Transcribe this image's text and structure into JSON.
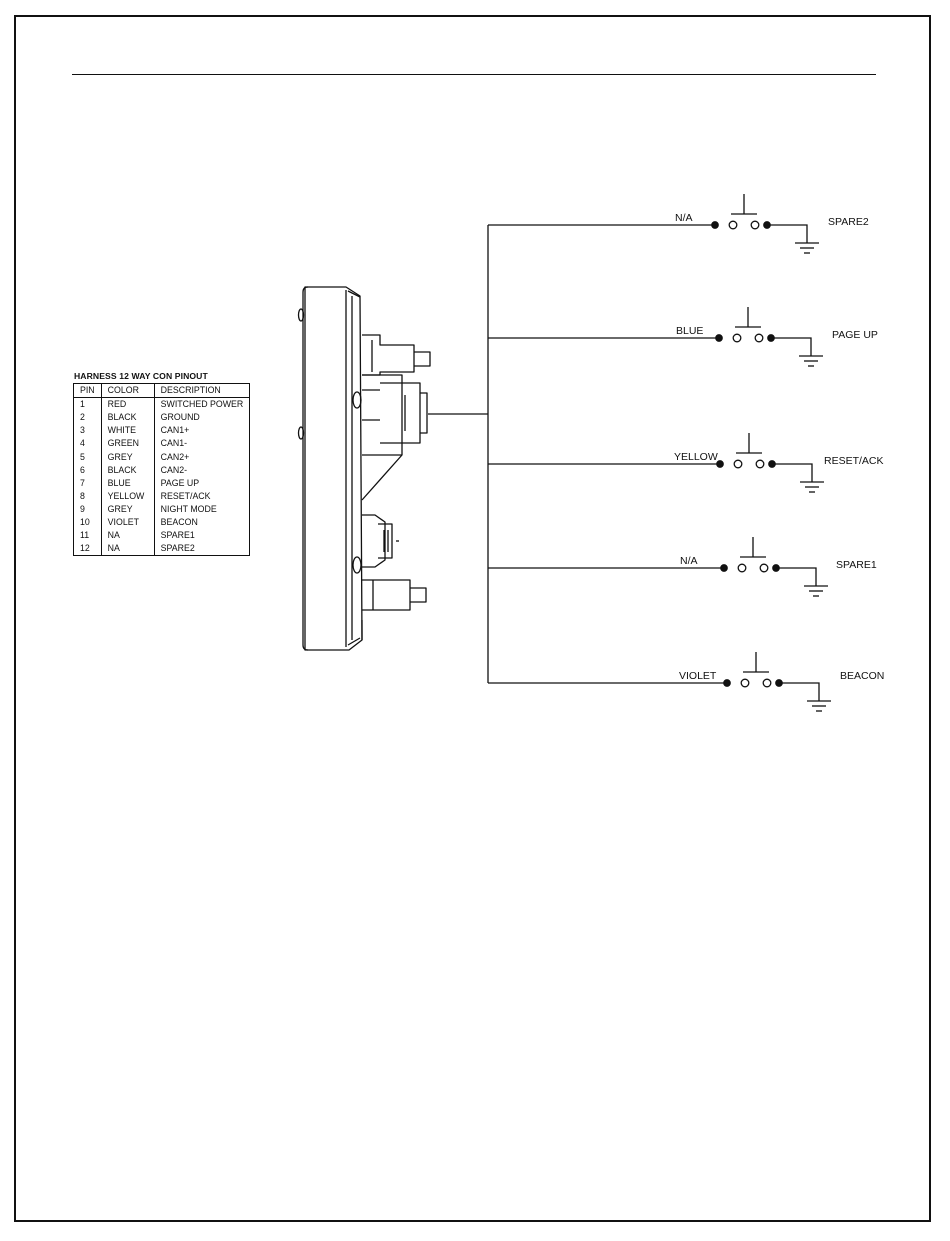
{
  "pinout": {
    "title": "HARNESS 12 WAY CON PINOUT",
    "columns": [
      "PIN",
      "COLOR",
      "DESCRIPTION"
    ],
    "rows": [
      [
        "1",
        "RED",
        "SWITCHED POWER"
      ],
      [
        "2",
        "BLACK",
        "GROUND"
      ],
      [
        "3",
        "WHITE",
        "CAN1+"
      ],
      [
        "4",
        "GREEN",
        "CAN1-"
      ],
      [
        "5",
        "GREY",
        "CAN2+"
      ],
      [
        "6",
        "BLACK",
        "CAN2-"
      ],
      [
        "7",
        "BLUE",
        "PAGE UP"
      ],
      [
        "8",
        "YELLOW",
        "RESET/ACK"
      ],
      [
        "9",
        "GREY",
        "NIGHT MODE"
      ],
      [
        "10",
        "VIOLET",
        "BEACON"
      ],
      [
        "11",
        "NA",
        "SPARE1"
      ],
      [
        "12",
        "NA",
        "SPARE2"
      ]
    ]
  },
  "switches": [
    {
      "wire": "N/A",
      "function": "SPARE2"
    },
    {
      "wire": "BLUE",
      "function": "PAGE UP"
    },
    {
      "wire": "YELLOW",
      "function": "RESET/ACK"
    },
    {
      "wire": "N/A",
      "function": "SPARE1"
    },
    {
      "wire": "VIOLET",
      "function": "BEACON"
    }
  ]
}
